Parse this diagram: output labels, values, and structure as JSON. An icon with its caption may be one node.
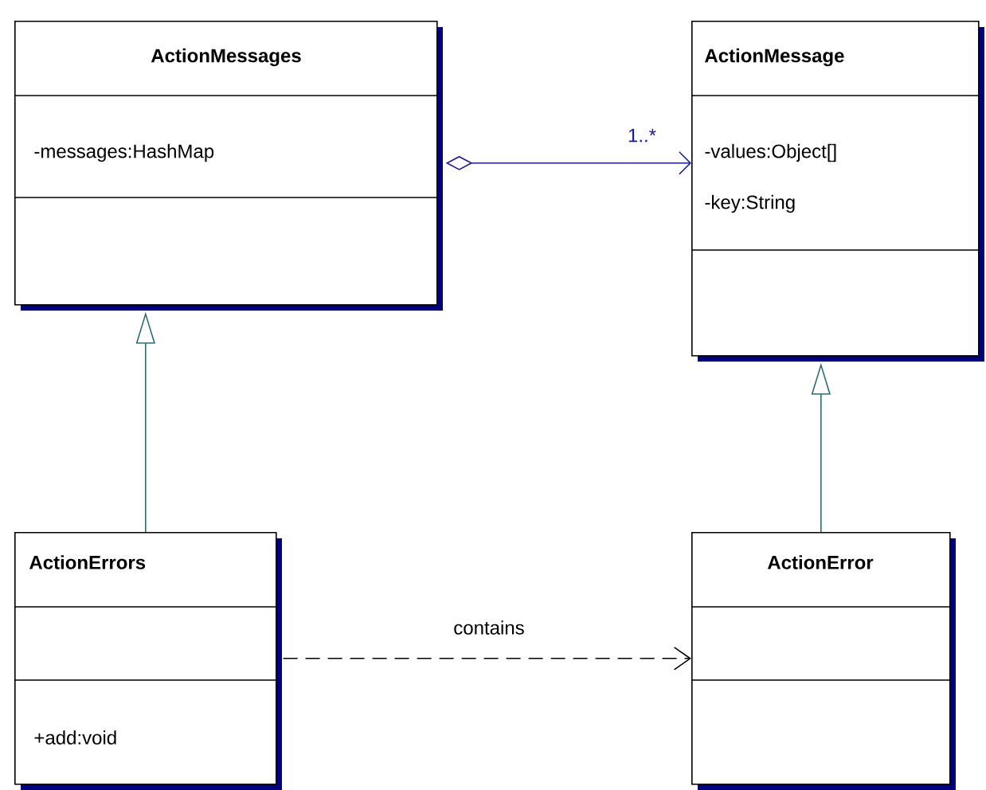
{
  "diagram": {
    "nodes": [
      {
        "text": [
          "ActionMessages",
          "-messages:HashMap"
        ]
      },
      {
        "text": [
          "ActionMessage",
          "-values:Object[]",
          "-key:String"
        ]
      },
      {
        "text": [
          "ActionErrors",
          "+add:void"
        ]
      },
      {
        "text": [
          "ActionError"
        ]
      }
    ],
    "edges": [
      {
        "from": 0,
        "to": 1,
        "arrow": "to",
        "label": "1..*",
        "color": "#1a1aa0"
      },
      {
        "from": 2,
        "to": 0,
        "arrow": "to"
      },
      {
        "from": 3,
        "to": 1,
        "arrow": "to"
      },
      {
        "from": 2,
        "to": 3,
        "arrow": "to",
        "label": "contains",
        "style": "dashed",
        "color": "#000000"
      }
    ]
  }
}
